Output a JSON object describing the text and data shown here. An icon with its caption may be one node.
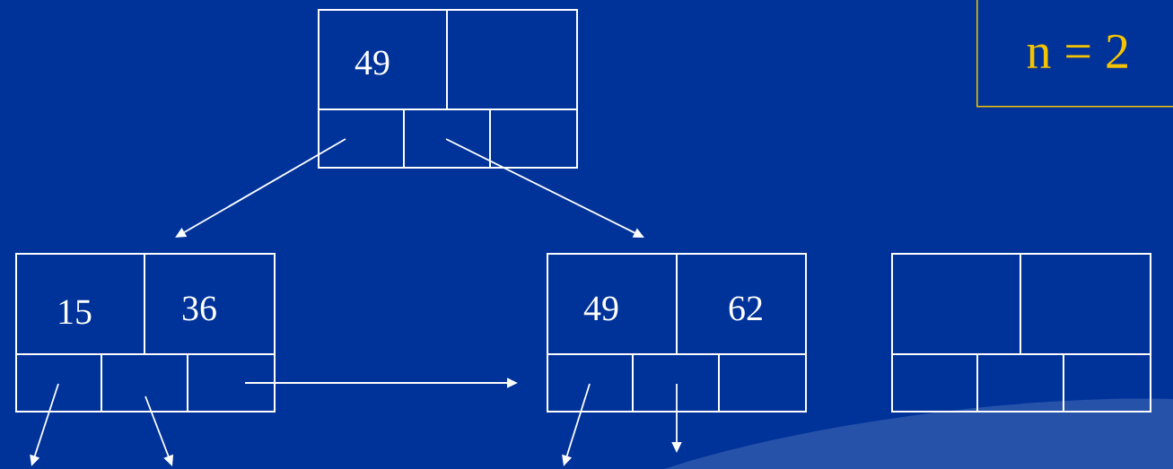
{
  "diagram": {
    "nodes": [
      {
        "text": [
          "49"
        ]
      },
      {
        "text": [
          "n = 2"
        ]
      },
      {
        "text": [
          "15",
          "36"
        ]
      },
      {
        "text": [
          "49",
          "62"
        ]
      },
      {
        "text": [],
        "shape": "box"
      }
    ],
    "edges": [
      {
        "from": 0,
        "to": 2,
        "arrow": "to"
      },
      {
        "from": 0,
        "to": 3,
        "arrow": "to"
      },
      {
        "from": 2,
        "to": 3,
        "arrow": "to"
      },
      {
        "from": 2,
        "to": null,
        "arrow": "to"
      },
      {
        "from": 2,
        "to": null,
        "arrow": "to"
      },
      {
        "from": 3,
        "to": null,
        "arrow": "to"
      },
      {
        "from": 3,
        "to": null,
        "arrow": "to"
      }
    ]
  }
}
